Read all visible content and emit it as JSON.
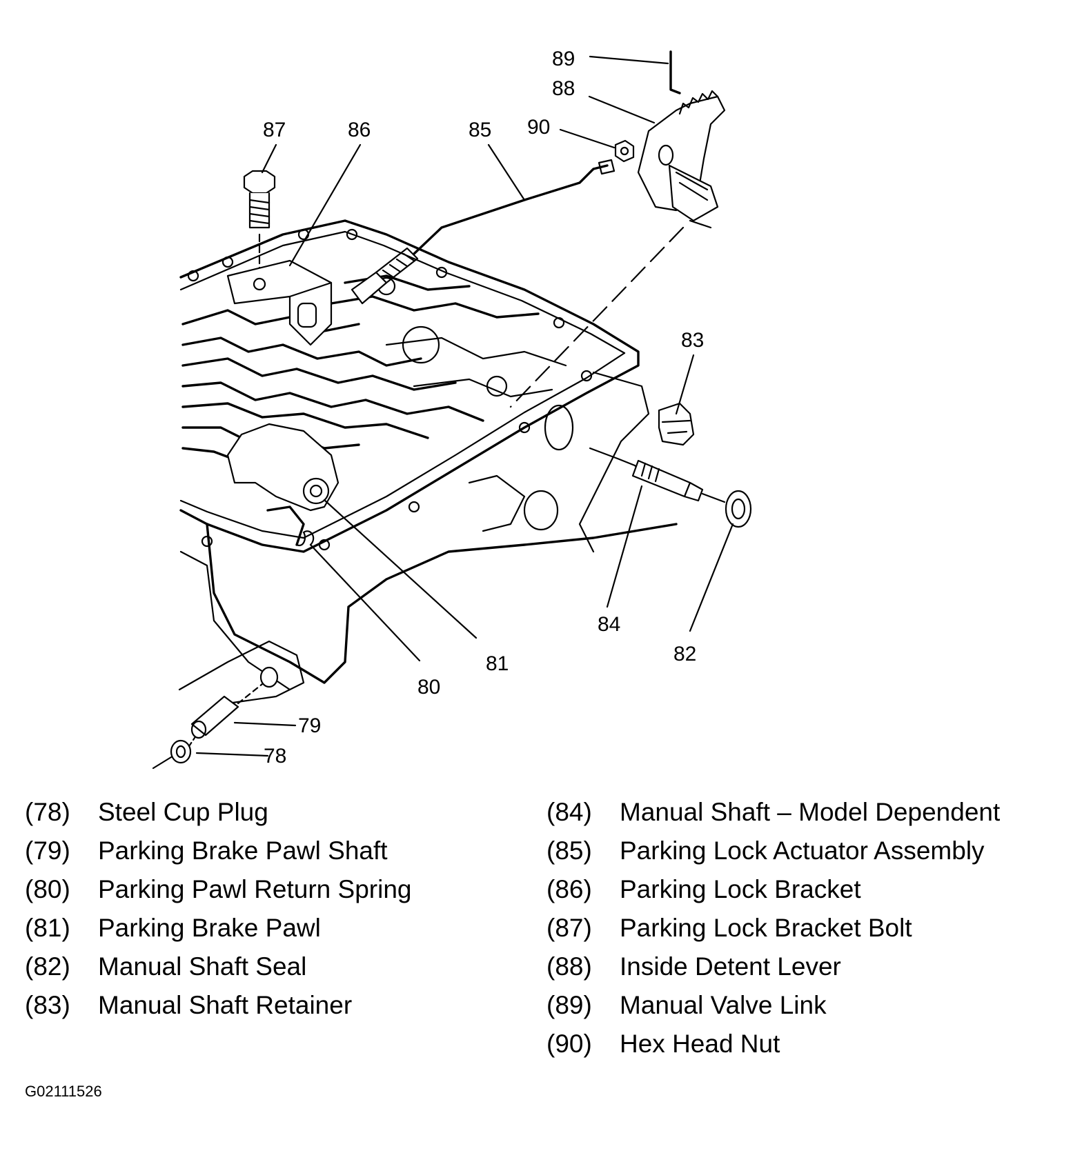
{
  "callouts": [
    "89",
    "88",
    "87",
    "86",
    "85",
    "90",
    "83",
    "84",
    "82",
    "81",
    "80",
    "79",
    "78"
  ],
  "legend": {
    "left": [
      {
        "num": "(78)",
        "label": "Steel Cup Plug"
      },
      {
        "num": "(79)",
        "label": "Parking Brake Pawl Shaft"
      },
      {
        "num": "(80)",
        "label": "Parking Pawl Return Spring"
      },
      {
        "num": "(81)",
        "label": "Parking Brake Pawl"
      },
      {
        "num": "(82)",
        "label": "Manual Shaft Seal"
      },
      {
        "num": "(83)",
        "label": "Manual Shaft Retainer"
      }
    ],
    "right": [
      {
        "num": "(84)",
        "label": "Manual Shaft – Model Dependent"
      },
      {
        "num": "(85)",
        "label": "Parking Lock Actuator Assembly"
      },
      {
        "num": "(86)",
        "label": "Parking Lock Bracket"
      },
      {
        "num": "(87)",
        "label": "Parking Lock Bracket Bolt"
      },
      {
        "num": "(88)",
        "label": "Inside Detent Lever"
      },
      {
        "num": "(89)",
        "label": "Manual Valve Link"
      },
      {
        "num": "(90)",
        "label": "Hex Head Nut"
      }
    ]
  },
  "figure_id": "G02111526"
}
